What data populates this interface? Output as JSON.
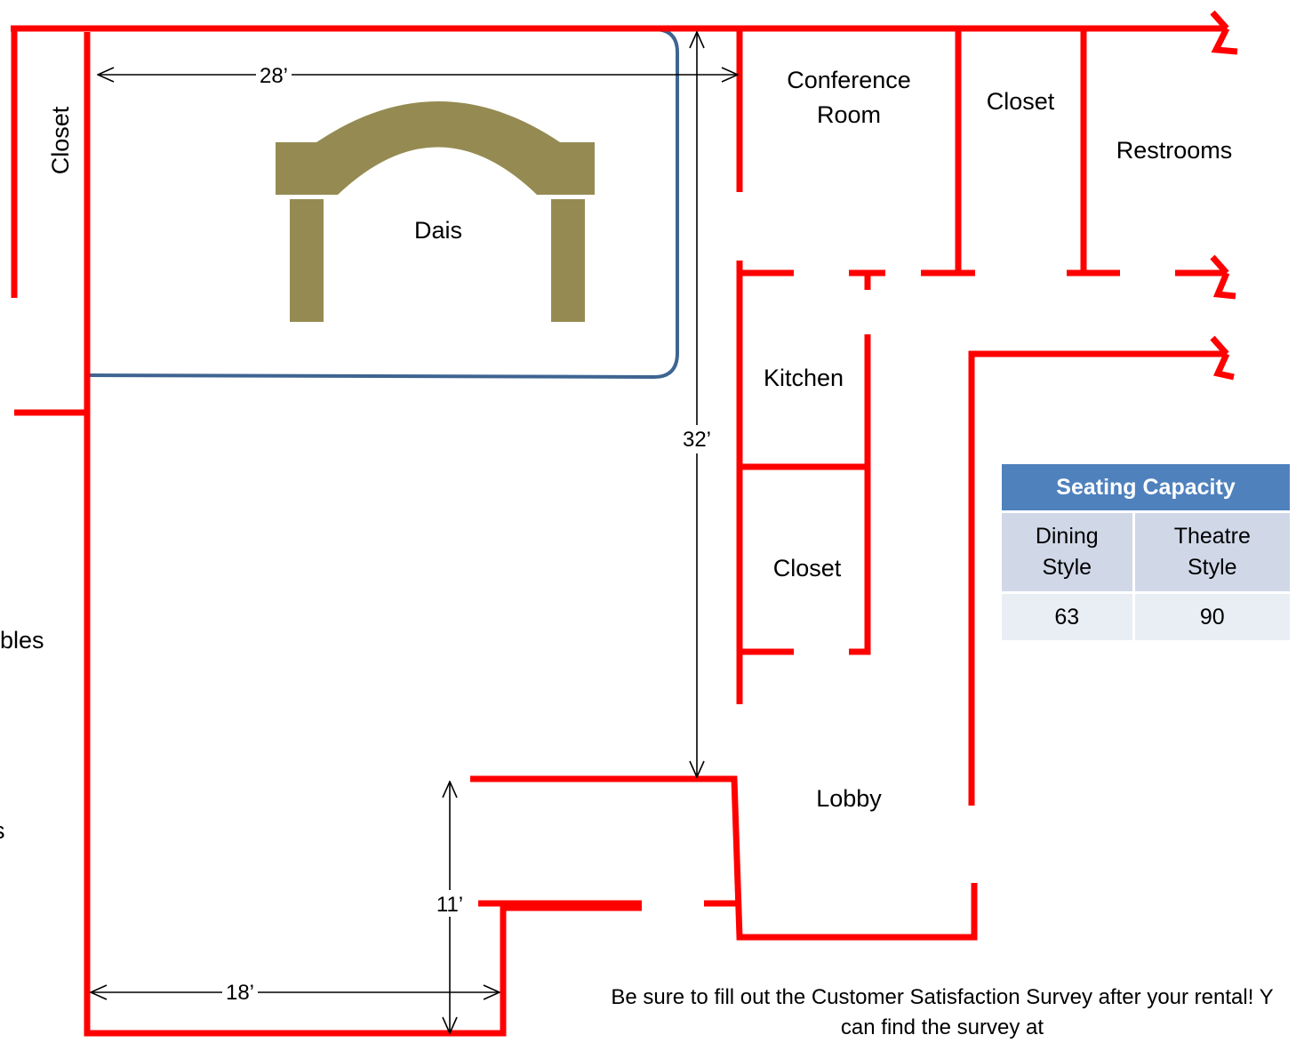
{
  "labels": {
    "closet_left": "Closet",
    "dais": "Dais",
    "conference_room_line1": "Conference",
    "conference_room_line2": "Room",
    "closet_top": "Closet",
    "restrooms": "Restrooms",
    "kitchen": "Kitchen",
    "closet_mid": "Closet",
    "lobby": "Lobby",
    "tables_partial": "bles",
    "s_partial": "s"
  },
  "dimensions": {
    "width_top": "28’",
    "height_main": "32’",
    "depth_alcove": "11’",
    "width_bottom": "18’"
  },
  "seating_table": {
    "title": "Seating Capacity",
    "columns": [
      "Dining Style",
      "Theatre Style"
    ],
    "col1_line1": "Dining",
    "col1_line2": "Style",
    "col2_line1": "Theatre",
    "col2_line2": "Style",
    "values": [
      "63",
      "90"
    ]
  },
  "note": {
    "line1": "Be sure to fill out the Customer Satisfaction Survey after your rental!  Y",
    "line2": "can find the survey at"
  },
  "colors": {
    "wall": "#ff0000",
    "dais_outline": "#3e6491",
    "dais_arch": "#958b52",
    "table_header": "#4f81bd",
    "table_row1": "#d0d8e8",
    "table_row2": "#e9edf4"
  }
}
